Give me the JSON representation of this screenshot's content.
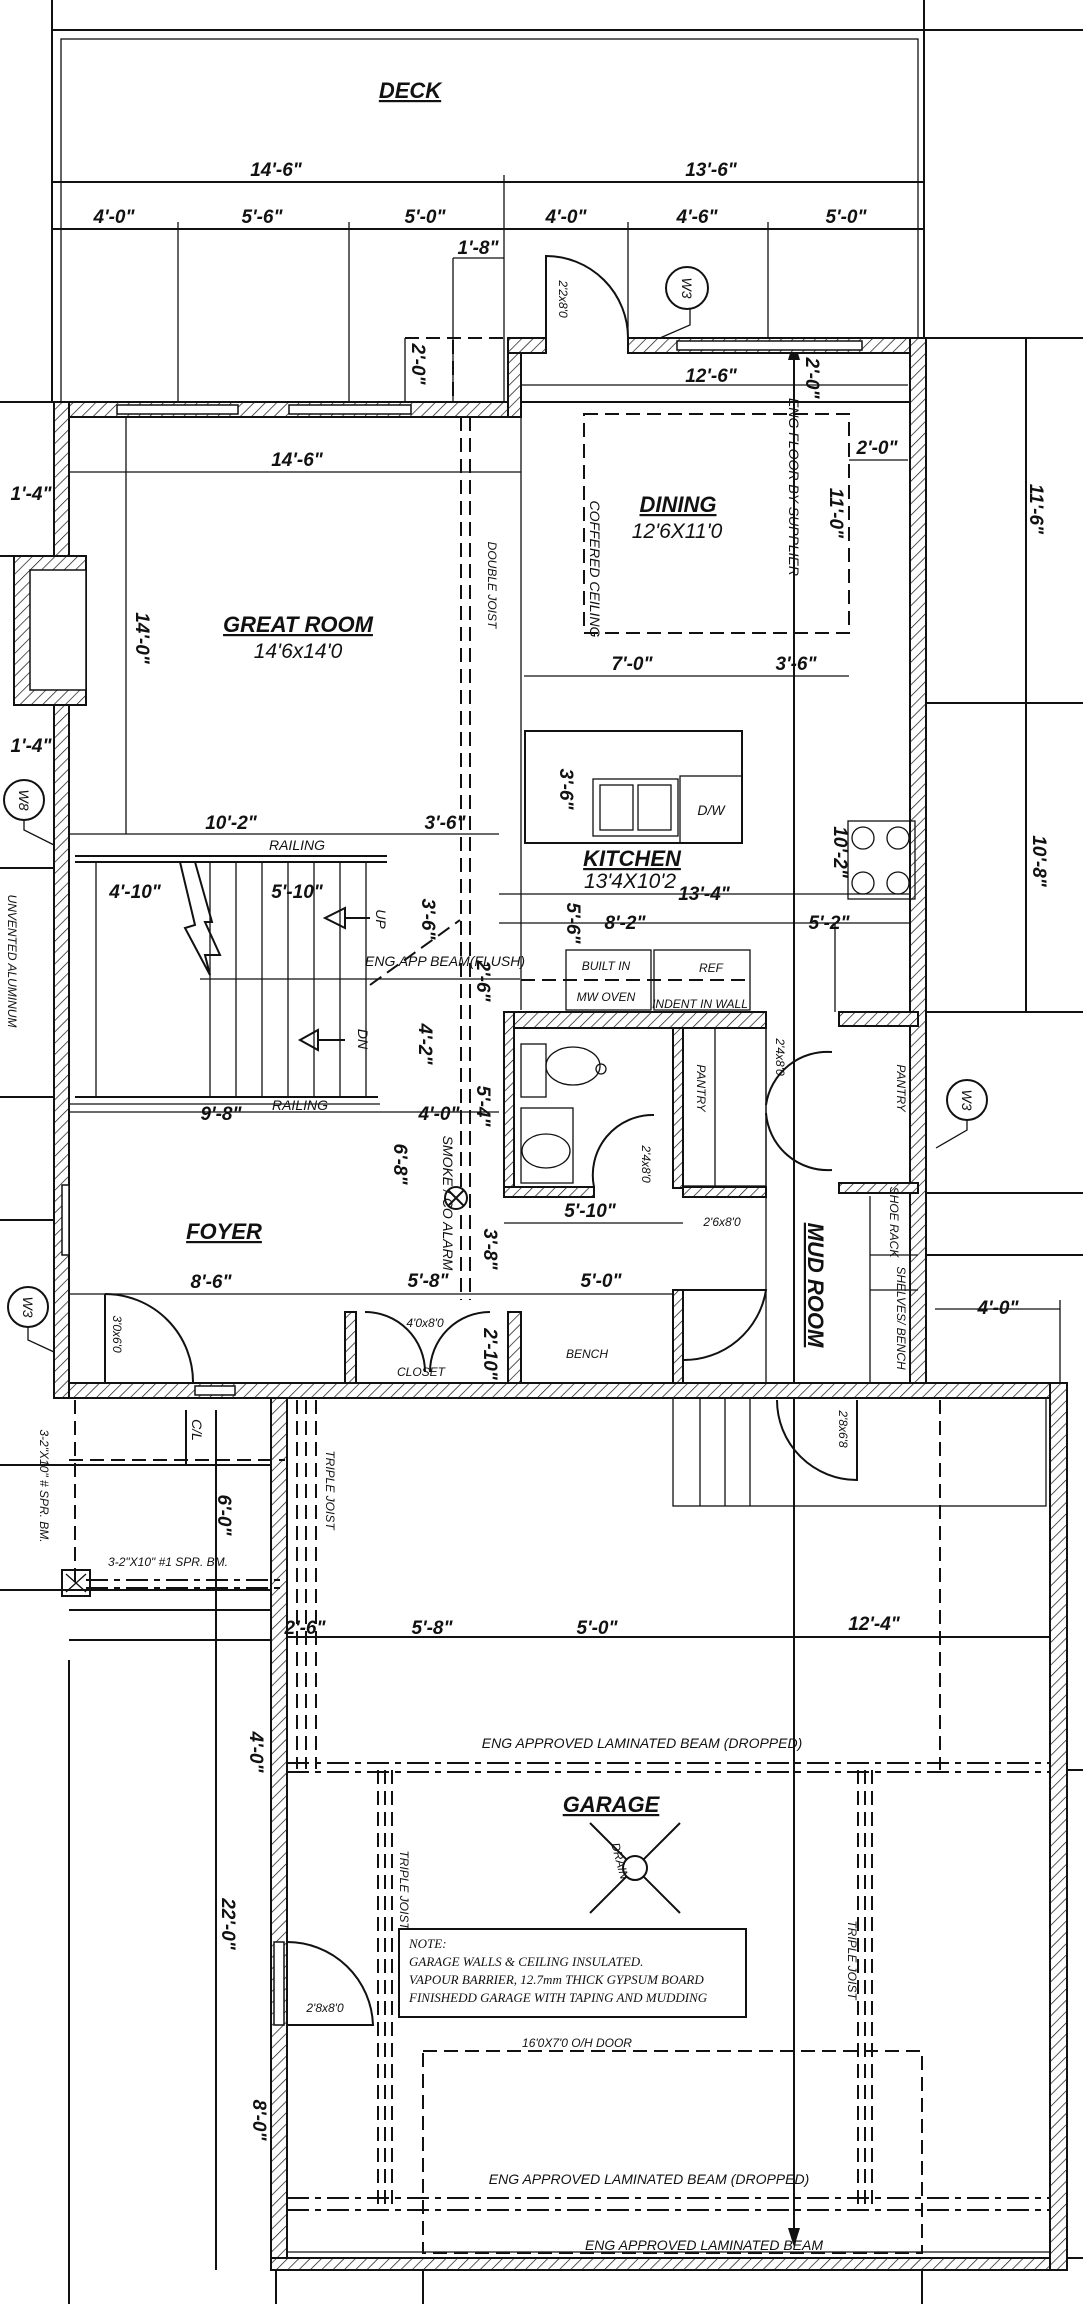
{
  "rooms": {
    "deck": "DECK",
    "great_room": {
      "name": "GREAT ROOM",
      "size": "14'6x14'0"
    },
    "dining": {
      "name": "DINING",
      "size": "12'6X11'0"
    },
    "kitchen": {
      "name": "KITCHEN",
      "size": "13'4X10'2"
    },
    "foyer": "FOYER",
    "mud_room": "MUD ROOM",
    "garage": "GARAGE"
  },
  "dimensions": [
    "14'-6\"",
    "13'-6\"",
    "4'-0\"",
    "5'-6\"",
    "5'-0\"",
    "4'-0\"",
    "4'-6\"",
    "5'-0\"",
    "1'-8\"",
    "2'-0\"",
    "12'-6\"",
    "2'-0\"",
    "2'-0\"",
    "14'-6\"",
    "11'-0\"",
    "11'-6\"",
    "1'-4\"",
    "14'-0\"",
    "7'-0\"",
    "3'-6\"",
    "1'-4\"",
    "3'-6\"",
    "10'-2\"",
    "3'-6\"",
    "10'-2\"",
    "10'-8\"",
    "4'-10\"",
    "5'-10\"",
    "13'-4\"",
    "3'-6\"",
    "5'-6\"",
    "8'-2\"",
    "5'-2\"",
    "2'-6\"",
    "4'-2\"",
    "9'-8\"",
    "4'-0\"",
    "5'-4\"",
    "6'-8\"",
    "5'-10\"",
    "3'-8\"",
    "8'-6\"",
    "5'-8\"",
    "5'-0\"",
    "4'-0\"",
    "2'-10\"",
    "6'-0\"",
    "2'-6\"",
    "5'-8\"",
    "5'-0\"",
    "12'-4\"",
    "4'-0\"",
    "22'-0\"",
    "8'-0\""
  ],
  "doors": {
    "deck_door": "2'2x8'0",
    "bath_door": "2'4x8'0",
    "pantry_door": "2'4x8'0",
    "mud_door": "2'6x8'0",
    "closet_door": "4'0x8'0",
    "front_door": "3'0x6'0",
    "garage_stair_door": "2'8x6'8",
    "garage_side_door": "2'8x8'0",
    "overhead_door": "16'0X7'0 O/H DOOR"
  },
  "labels": {
    "coffered_ceiling": "COFFERED CEILING",
    "double_joist": "DOUBLE JOIST",
    "eng_floor": "ENG FLOOR BY SUPPLIER",
    "railing_top": "RAILING",
    "railing_bottom": "RAILING",
    "up": "UP",
    "dn": "DN",
    "eng_beam_flush": "ENG APP BEAM(FLUSH)",
    "built_in": "BUILT IN",
    "mw_oven": "MW OVEN",
    "ref": "REF",
    "indent": "INDENT IN WALL",
    "dw": "D/W",
    "pantry_left": "PANTRY",
    "pantry_right": "PANTRY",
    "smoke_alarm": "SMOKE / CO ALARM",
    "shoe_rack": "SHOE RACK",
    "shelves_bench": "SHELVES/ BENCH",
    "bench": "BENCH",
    "closet": "CLOSET",
    "cl": "C/L",
    "unvented": "UNVENTED ALUMINUM",
    "spr_bm_vertical": "3-2\"X10\" # SPR. BM.",
    "spr_bm": "3-2\"X10\" #1 SPR. BM.",
    "triple_joist_1": "TRIPLE JOIST",
    "triple_joist_2": "TRIPLE JOIST",
    "triple_joist_3": "TRIPLE JOIST",
    "beam_dropped_1": "ENG APPROVED LAMINATED BEAM (DROPPED)",
    "beam_dropped_2": "ENG APPROVED LAMINATED BEAM (DROPPED)",
    "beam_main": "ENG APPROVED LAMINATED BEAM",
    "drain": "DRAIN"
  },
  "window_tags": {
    "w3_deck": "W3",
    "w8_left": "W8",
    "w3_right": "W3",
    "w3_left": "W3"
  },
  "note": {
    "title": "NOTE:",
    "lines": [
      "GARAGE WALLS & CEILING INSULATED.",
      "VAPOUR BARRIER, 12.7mm THICK GYPSUM BOARD",
      "FINISHEDD GARAGE WITH TAPING AND MUDDING"
    ]
  }
}
